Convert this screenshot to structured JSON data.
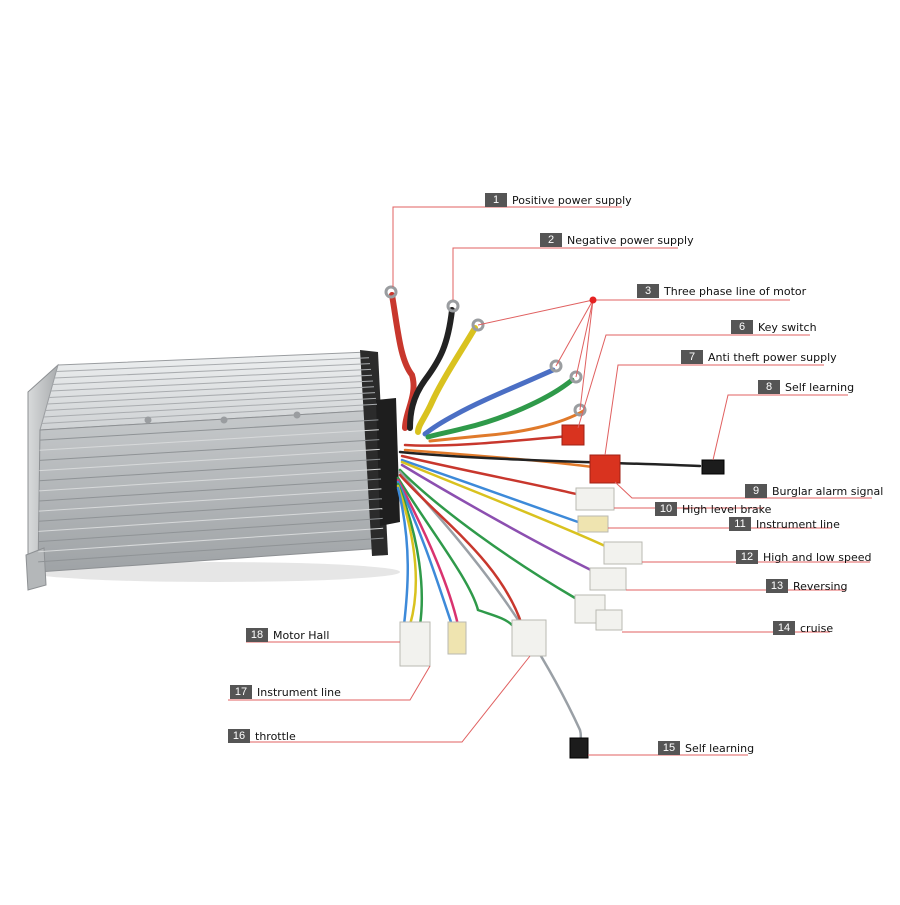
{
  "colors": {
    "leader_line": "#e06060",
    "accent_dot": "#e52222",
    "badge_bg": "#555555",
    "housing": "#c9cbcc",
    "wire_red": "#c8372d",
    "wire_black": "#222222",
    "wire_yellow": "#d9c21f",
    "wire_blue": "#4b6fc4",
    "wire_green": "#2f9a4a",
    "connector_red": "#d9331f",
    "connector_white": "#f2f2ee"
  },
  "labels": [
    {
      "num": "1",
      "text": "Positive power supply"
    },
    {
      "num": "2",
      "text": "Negative power supply"
    },
    {
      "num": "3",
      "text": "Three phase line of motor"
    },
    {
      "num": "6",
      "text": "Key switch"
    },
    {
      "num": "7",
      "text": "Anti theft power supply"
    },
    {
      "num": "8",
      "text": "Self learning"
    },
    {
      "num": "9",
      "text": "Burglar alarm signal"
    },
    {
      "num": "10",
      "text": "High level brake"
    },
    {
      "num": "11",
      "text": "Instrument line"
    },
    {
      "num": "12",
      "text": "High and low speed"
    },
    {
      "num": "13",
      "text": "Reversing"
    },
    {
      "num": "14",
      "text": "cruise"
    },
    {
      "num": "15",
      "text": "Self learning"
    },
    {
      "num": "16",
      "text": "throttle"
    },
    {
      "num": "17",
      "text": "Instrument line"
    },
    {
      "num": "18",
      "text": "Motor Hall"
    }
  ]
}
